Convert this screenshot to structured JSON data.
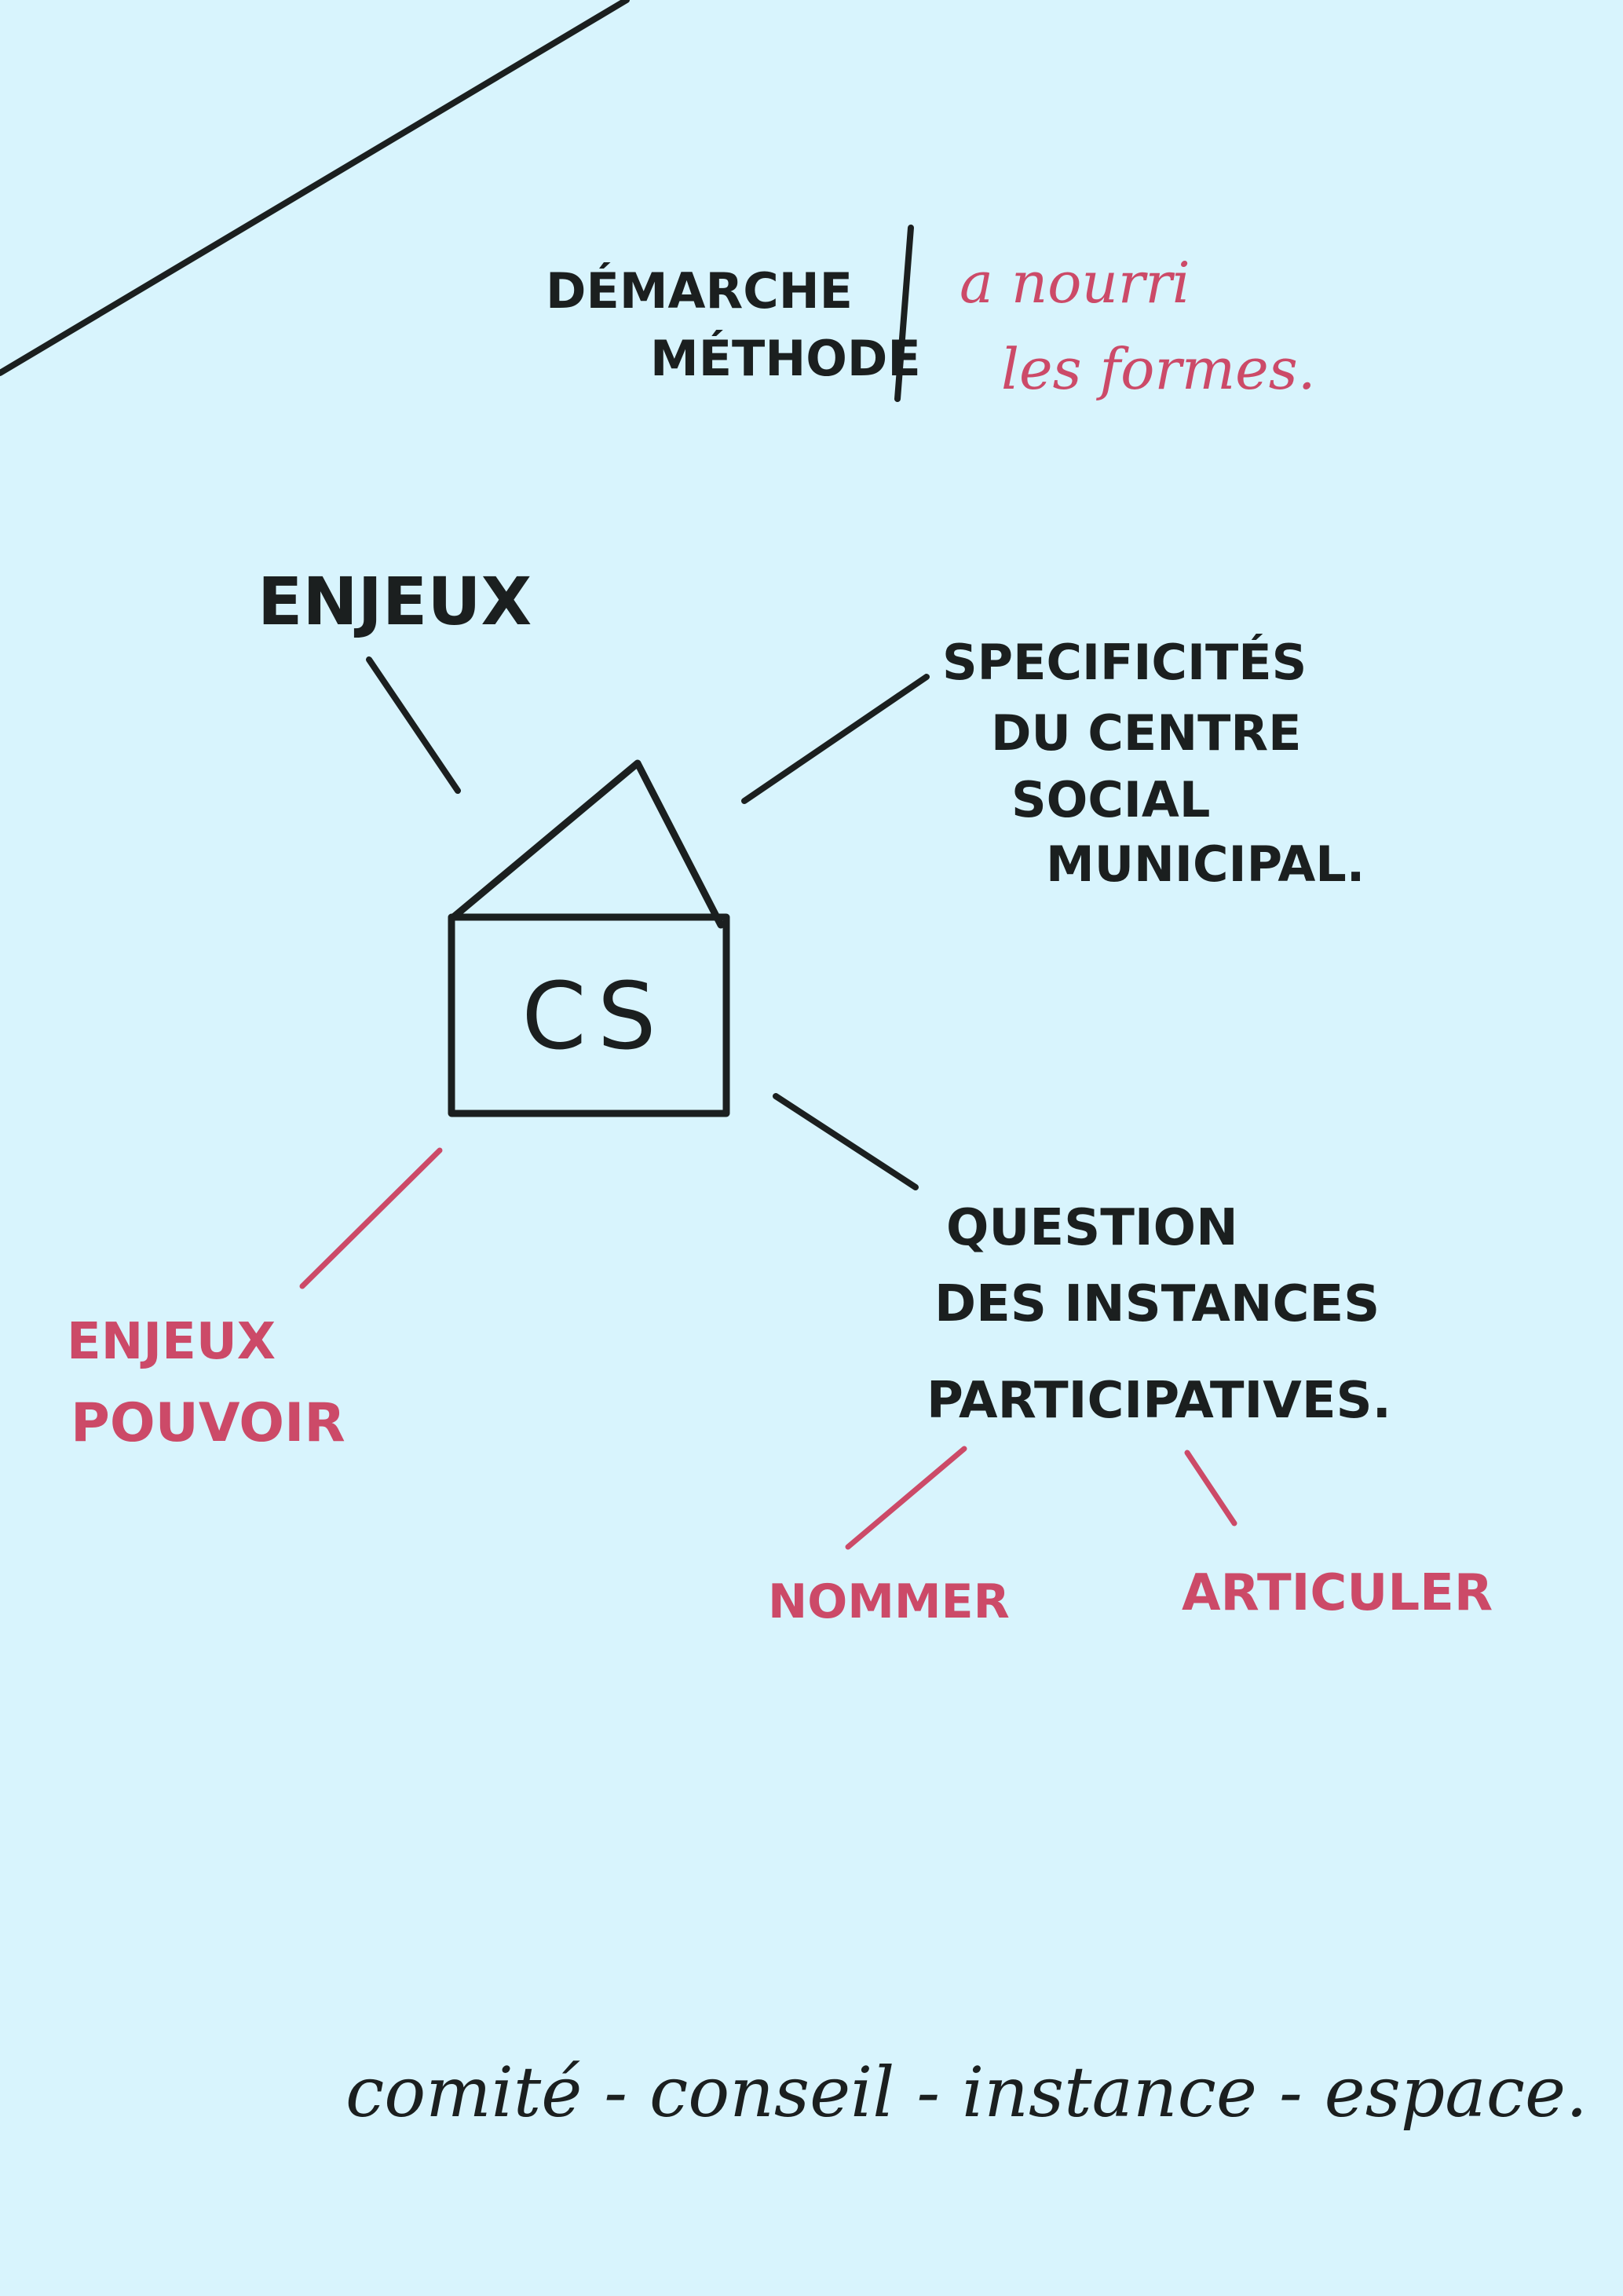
{
  "colors": {
    "background": "#d8f4fd",
    "ink_dark": "#1b1f1f",
    "ink_red": "#cc4a68"
  },
  "center": {
    "label": "CS"
  },
  "labels": {
    "demarche": "DÉMARCHE",
    "methode": "MÉTHODE",
    "nourri_1": "a nourri",
    "nourri_2": "les formes.",
    "enjeux": "ENJEUX",
    "specificites_1": "SPECIFICITÉS",
    "specificites_2": "DU CENTRE",
    "specificites_3": "SOCIAL",
    "specificites_4": "MUNICIPAL.",
    "enjeux_pouvoir_1": "ENJEUX",
    "enjeux_pouvoir_2": "POUVOIR",
    "question_1": "QUESTION",
    "question_2": "DES INSTANCES",
    "question_3": "PARTICIPATIVES.",
    "nommer": "NOMMER",
    "articuler": "ARTICULER",
    "footer": "comité - conseil - instance - espace."
  }
}
